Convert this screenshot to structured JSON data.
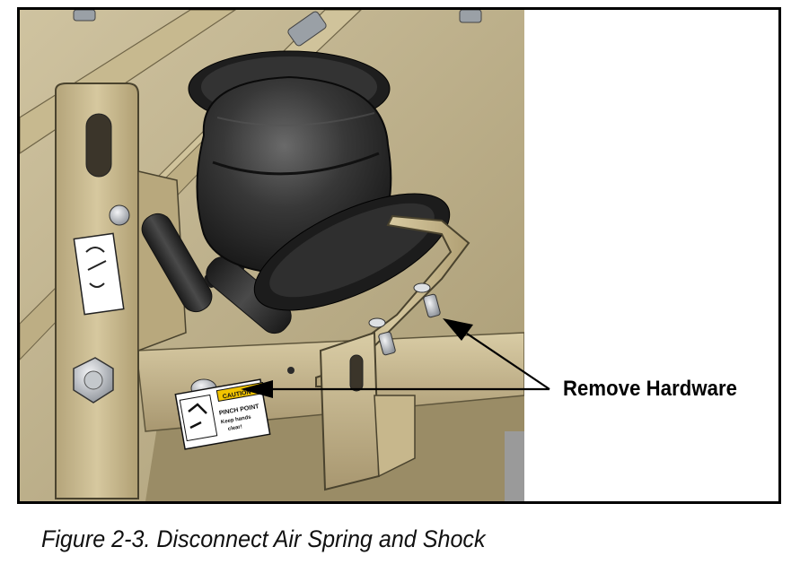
{
  "callout": {
    "label": "Remove Hardware"
  },
  "caption": {
    "text": "Figure 2-3. Disconnect Air Spring and Shock"
  },
  "decals": {
    "caution_header": "CAUTION",
    "pinch_line": "PINCH POINT",
    "keep_line": "Keep hands",
    "clear_line": "clear!"
  },
  "colors": {
    "frame_tan": "#c9b98f",
    "background_tan": "#b5a77f",
    "air_spring": "#2e2e2e",
    "caution_yellow": "#f2c400"
  }
}
